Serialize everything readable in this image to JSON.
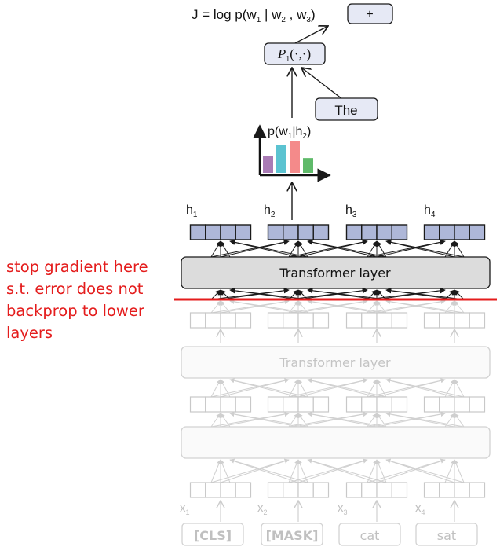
{
  "objective": {
    "lhs": "J = log p(w",
    "sub1": "1",
    "mid": " | w",
    "sub2": "2",
    "sep": " , w",
    "sub3": "3",
    "close": ")"
  },
  "plus_box": {
    "label": "+"
  },
  "p1_box": {
    "letter": "P",
    "sub": "1",
    "args": "(·,·)"
  },
  "the_box": {
    "label": "The"
  },
  "distribution": {
    "label_p": "p(w",
    "label_sub1": "1",
    "label_bar": "|h",
    "label_sub2": "2",
    "label_close": ")",
    "bars": [
      {
        "value": 0.52,
        "color": "#a97bb5"
      },
      {
        "value": 0.86,
        "color": "#5bc3d1"
      },
      {
        "value": 1.0,
        "color": "#f48a8a"
      },
      {
        "value": 0.46,
        "color": "#5fba6a"
      }
    ]
  },
  "hidden_labels": [
    {
      "base": "h",
      "sub": "1"
    },
    {
      "base": "h",
      "sub": "2"
    },
    {
      "base": "h",
      "sub": "3"
    },
    {
      "base": "h",
      "sub": "4"
    }
  ],
  "upper_layer": {
    "label": "Transformer layer"
  },
  "lower_layer": {
    "label": "Transformer layer"
  },
  "bottom_layer": {
    "label": ""
  },
  "input_labels": [
    {
      "base": "x",
      "sub": "1"
    },
    {
      "base": "x",
      "sub": "2"
    },
    {
      "base": "x",
      "sub": "3"
    },
    {
      "base": "x",
      "sub": "4"
    }
  ],
  "tokens": [
    "[CLS]",
    "[MASK]",
    "cat",
    "sat"
  ],
  "annotation": {
    "lines": [
      "stop gradient here",
      " s.t. error does not",
      "backprop to lower",
      "layers"
    ],
    "color": "#e41c1c"
  },
  "colors": {
    "active_cell": "#aeb7d8",
    "active_stroke": "#1a1a1a",
    "faded_stroke": "#c8c8c8",
    "faded_text": "#c0c0c0",
    "layer_fill": "#dcdcdc",
    "box_fill": "#e6e9f5",
    "cut_line": "#e41c1c"
  }
}
